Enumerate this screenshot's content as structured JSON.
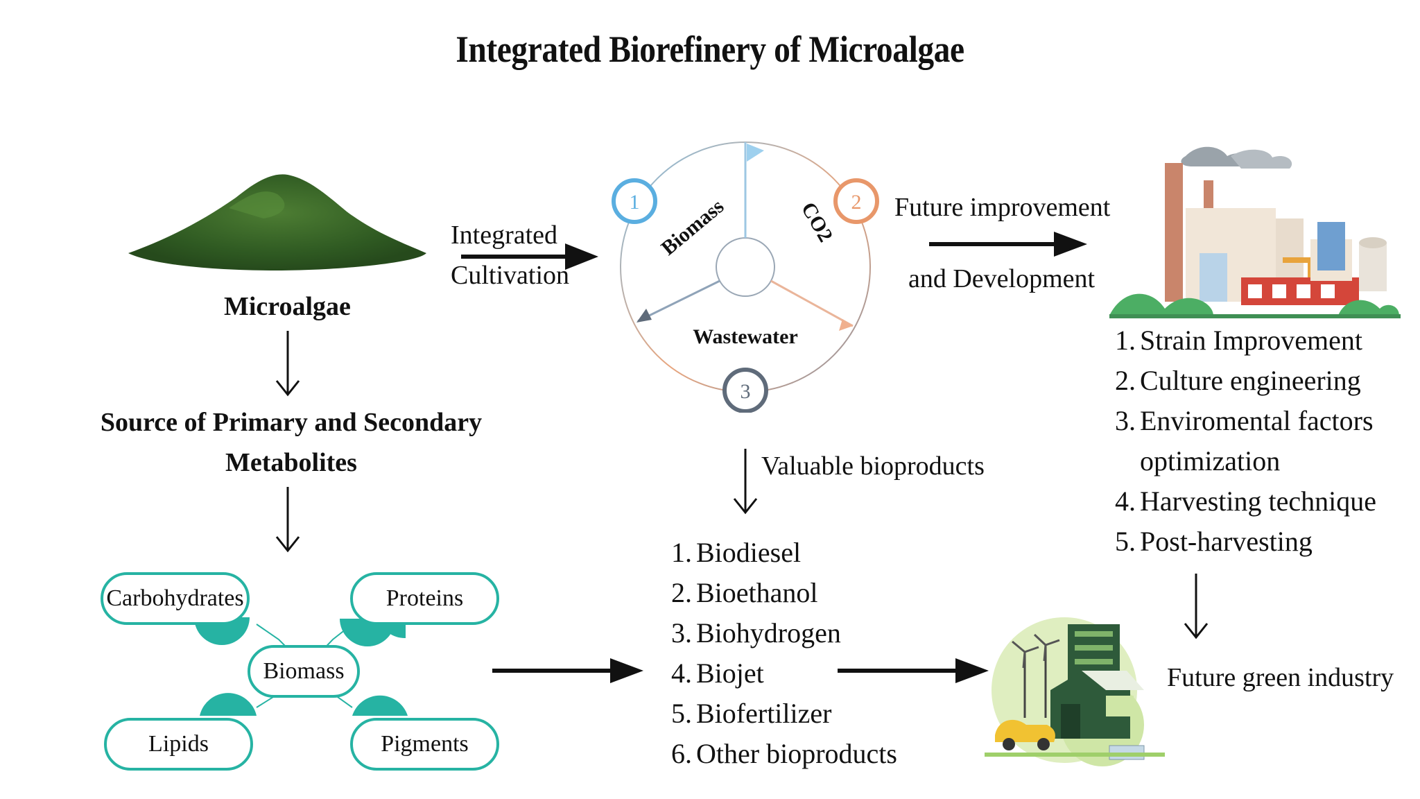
{
  "title": "Integrated Biorefinery of Microalgae",
  "microalgae_label": "Microalgae",
  "integrated_cultivation": [
    "Integrated",
    "Cultivation"
  ],
  "cycle": {
    "badges": [
      "1",
      "2",
      "3"
    ],
    "segments": [
      "Biomass",
      "CO2",
      "Wastewater"
    ]
  },
  "future": [
    "Future  improvement",
    "and Development"
  ],
  "improvements": [
    {
      "num": "1.",
      "text": "Strain Improvement"
    },
    {
      "num": "2.",
      "text": "Culture engineering"
    },
    {
      "num": "3.",
      "text": "Enviromental factors"
    },
    {
      "num": "",
      "text": "optimization"
    },
    {
      "num": "4.",
      "text": "Harvesting technique"
    },
    {
      "num": "5.",
      "text": "Post-harvesting"
    }
  ],
  "source_label": [
    "Source of Primary and Secondary",
    "Metabolites"
  ],
  "valuable": "Valuable bioproducts",
  "bioproducts": [
    {
      "num": "1.",
      "text": "Biodiesel"
    },
    {
      "num": "2.",
      "text": "Bioethanol"
    },
    {
      "num": "3.",
      "text": "Biohydrogen"
    },
    {
      "num": "4.",
      "text": "Biojet"
    },
    {
      "num": "5.",
      "text": "Biofertilizer"
    },
    {
      "num": "6.",
      "text": "Other bioproducts"
    }
  ],
  "mindmap": {
    "center": "Biomass",
    "nodes": [
      "Carbohydrates",
      "Proteins",
      "Lipids",
      "Pigments"
    ]
  },
  "green_industry": "Future green industry",
  "colors": {
    "teal": "#26b3a3",
    "algae": "#3f6b2c",
    "badge1": "#5aaee0",
    "badge2": "#e8976a",
    "badge3": "#5f6b7a"
  }
}
